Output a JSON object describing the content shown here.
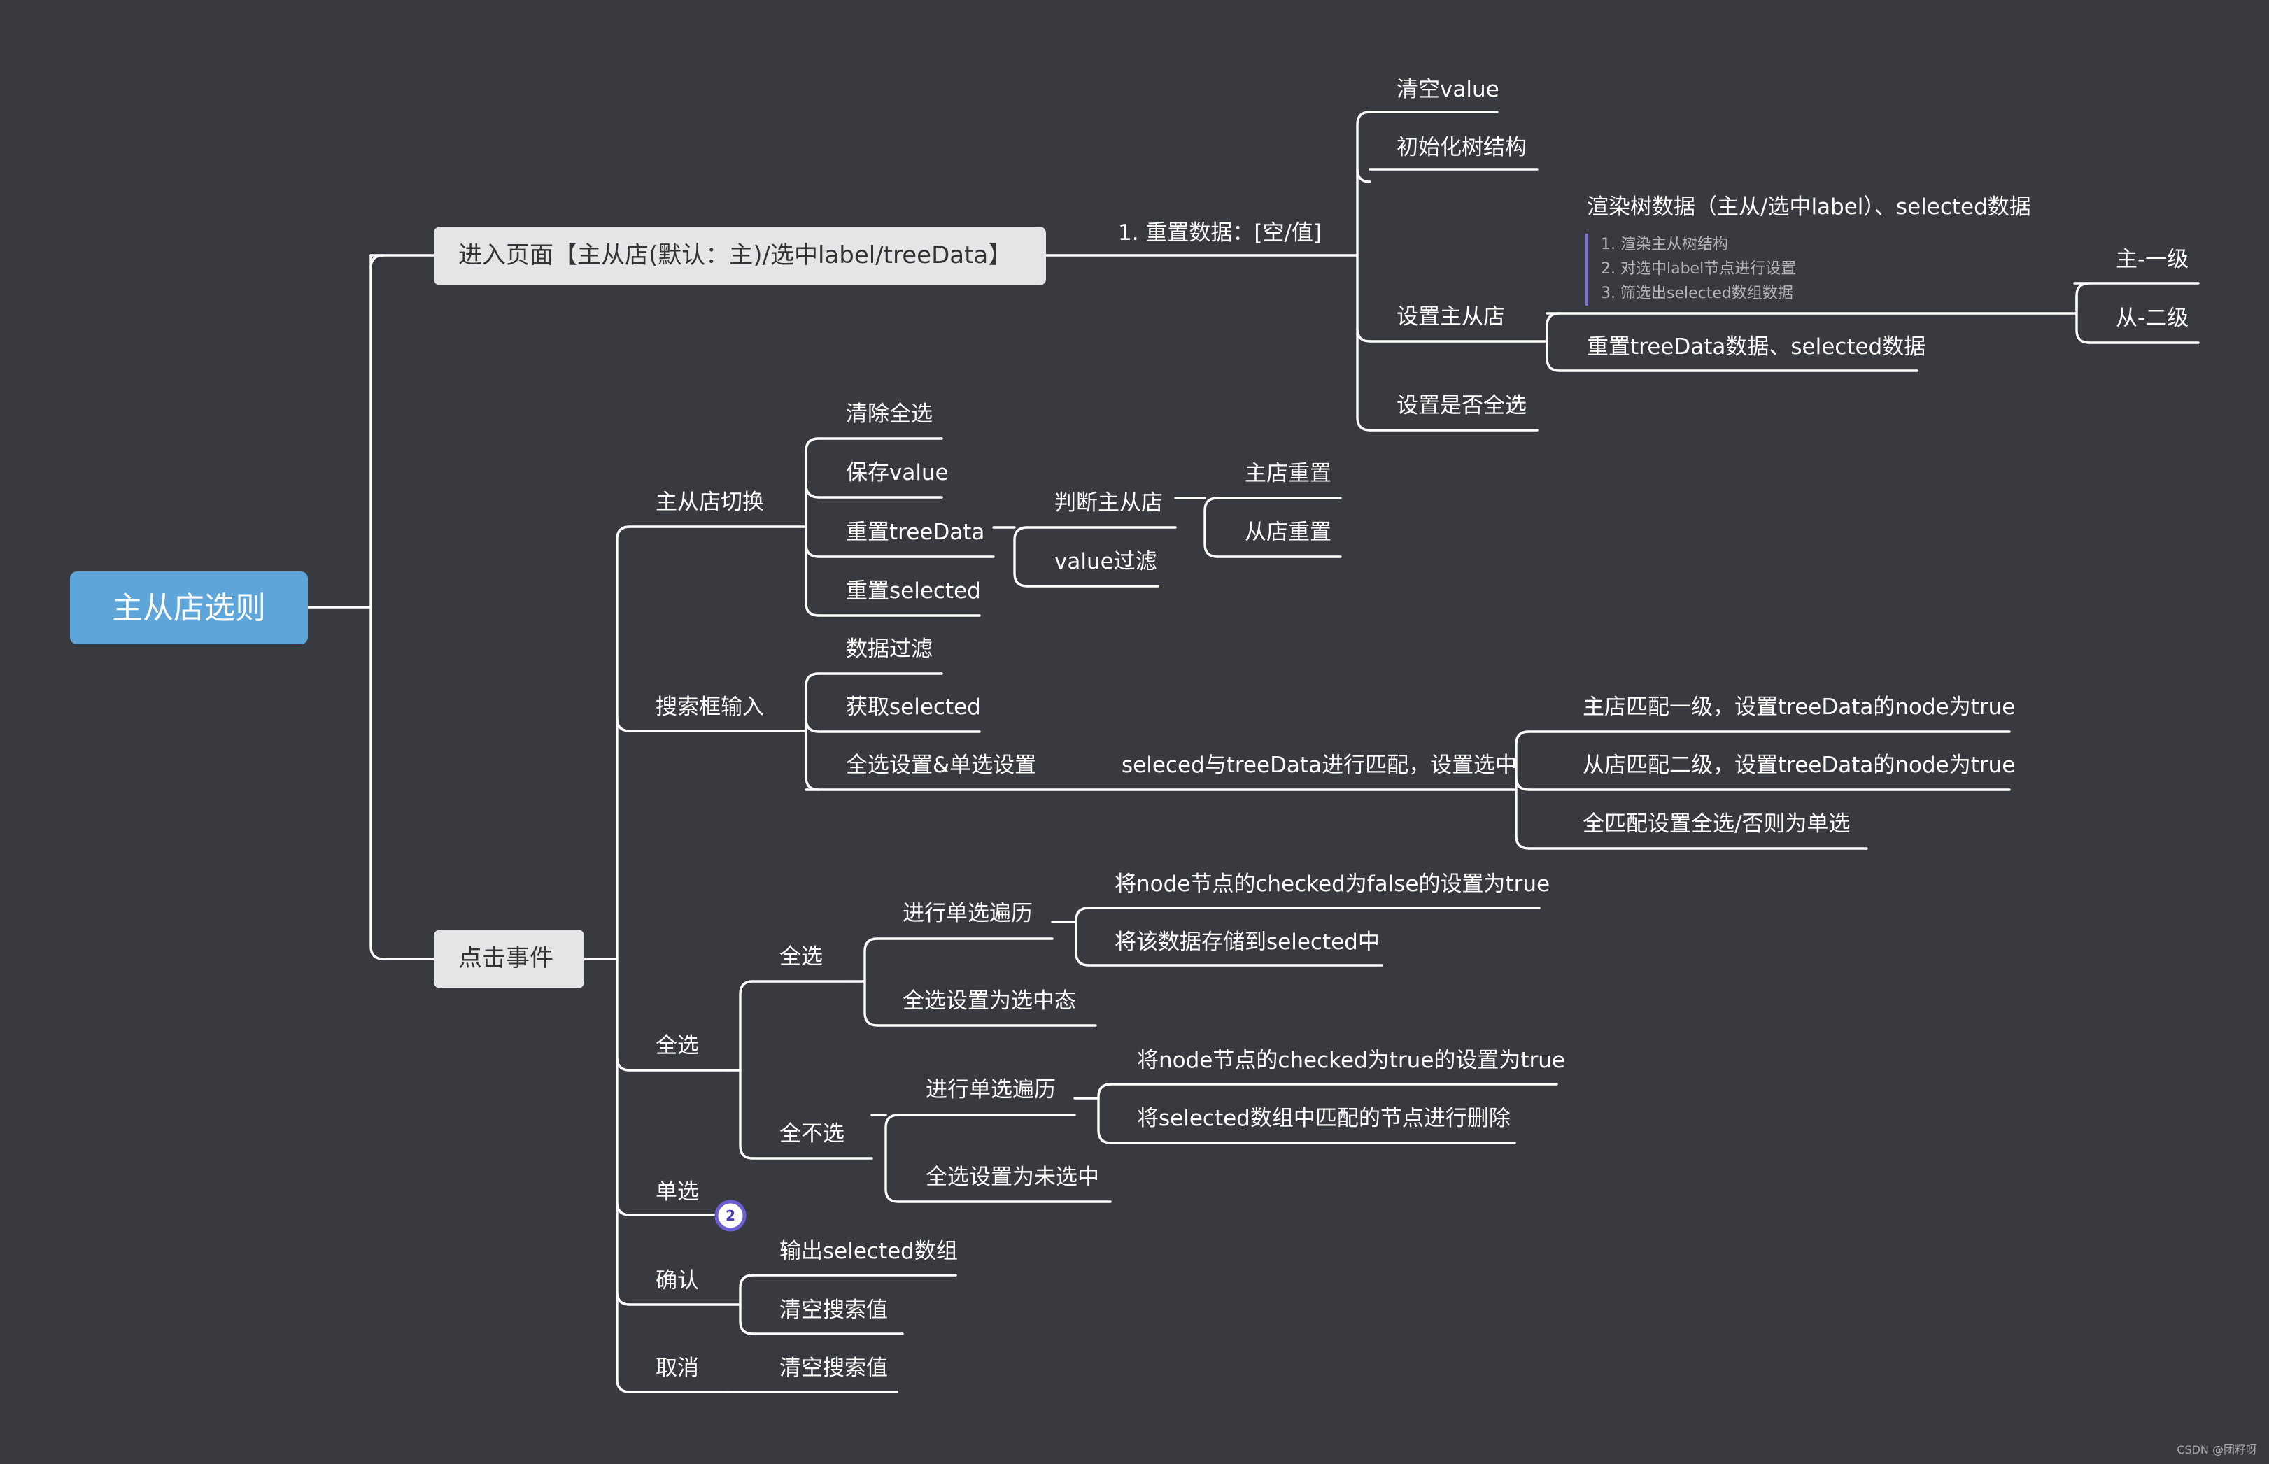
{
  "root": {
    "label": "主从店选则",
    "color": "#5ea6d9"
  },
  "branch1": {
    "label": "进入页面【主从店(默认：主)/选中label/treeData】",
    "reset_label": "1. 重置数据：[空/值]",
    "items": {
      "clear_value": "清空value",
      "init_tree": "初始化树结构",
      "render_tree": "渲染树数据（主从/选中label）、selected数据",
      "notes": [
        "1. 渲染主从树结构",
        "2. 对选中label节点进行设置",
        "3. 筛选出selected数组数据"
      ],
      "set_store": "设置主从店",
      "reset_tree_selected": "重置treeData数据、selected数据",
      "level_main": "主-一级",
      "level_sub": "从-二级",
      "set_select_all": "设置是否全选"
    }
  },
  "branch2": {
    "label": "点击事件",
    "switch": {
      "label": "主从店切换",
      "clear_all": "清除全选",
      "save_value": "保存value",
      "reset_tree": "重置treeData",
      "reset_selected": "重置selected",
      "judge": "判断主从店",
      "main_reset": "主店重置",
      "sub_reset": "从店重置",
      "value_filter": "value过滤"
    },
    "search": {
      "label": "搜索框输入",
      "data_filter": "数据过滤",
      "get_selected": "获取selected",
      "set_all_single": "全选设置&单选设置",
      "match": "seleced与treeData进行匹配，设置选中",
      "main_match": "主店匹配一级，设置treeData的node为true",
      "sub_match": "从店匹配二级，设置treeData的node为true",
      "all_match": "全匹配设置全选/否则为单选"
    },
    "select_all": {
      "label": "全选",
      "all": {
        "label": "全选",
        "traverse": "进行单选遍历",
        "checked_true": "将node节点的checked为false的设置为true",
        "store": "将该数据存储到selected中",
        "state": "全选设置为选中态"
      },
      "none": {
        "label": "全不选",
        "traverse": "进行单选遍历",
        "checked_true": "将node节点的checked为true的设置为true",
        "delete": "将selected数组中匹配的节点进行删除",
        "state": "全选设置为未选中"
      }
    },
    "single": {
      "label": "单选",
      "badge": "2"
    },
    "confirm": {
      "label": "确认",
      "output": "输出selected数组",
      "clear": "清空搜索值"
    },
    "cancel": {
      "label": "取消",
      "clear": "清空搜索值"
    }
  },
  "watermark": "CSDN @团籽呀"
}
